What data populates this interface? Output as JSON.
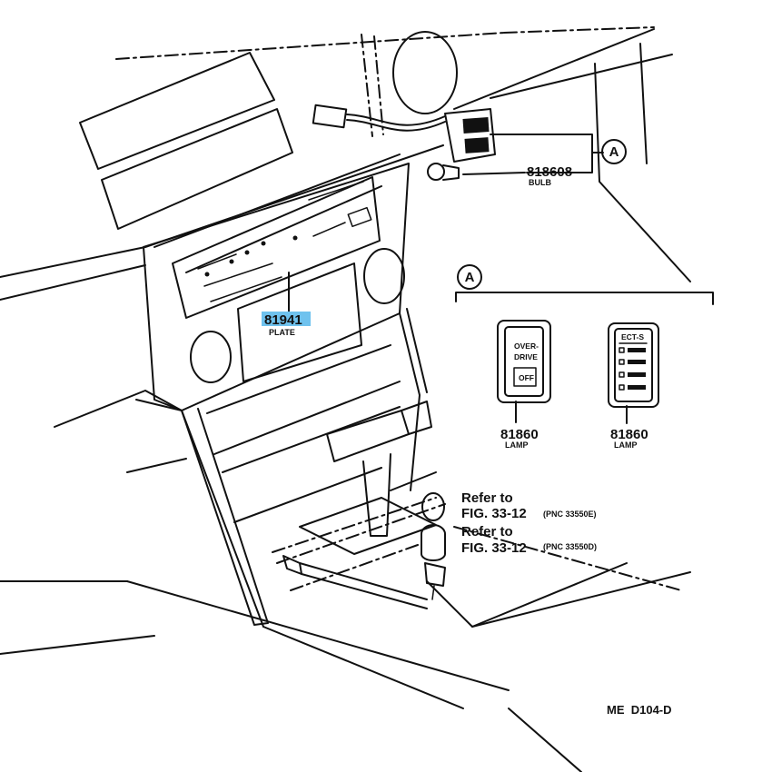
{
  "callouts": {
    "bulb_part": "818608",
    "bulb_name": "BULB",
    "plate_part": "81941",
    "plate_name": "PLATE",
    "ref_a": "A",
    "detail_a": "A"
  },
  "detail": {
    "lamp_left_part": "81860",
    "lamp_left_name": "LAMP",
    "lamp_left_line1": "OVER-",
    "lamp_left_line2": "DRIVE",
    "lamp_left_button": "OFF",
    "lamp_right_part": "81860",
    "lamp_right_name": "LAMP",
    "lamp_right_header": "ECT-S"
  },
  "refs": {
    "ref1_line1": "Refer to",
    "ref1_line2": "FIG. 33-12",
    "ref1_pnc": "(PNC 33550E)",
    "ref2_line1": "Refer to",
    "ref2_line2": "FIG. 33-12",
    "ref2_pnc": "(PNC 33550D)"
  },
  "footer": {
    "code": "ME  D104-D"
  },
  "highlight_color": "#6fc2ee"
}
